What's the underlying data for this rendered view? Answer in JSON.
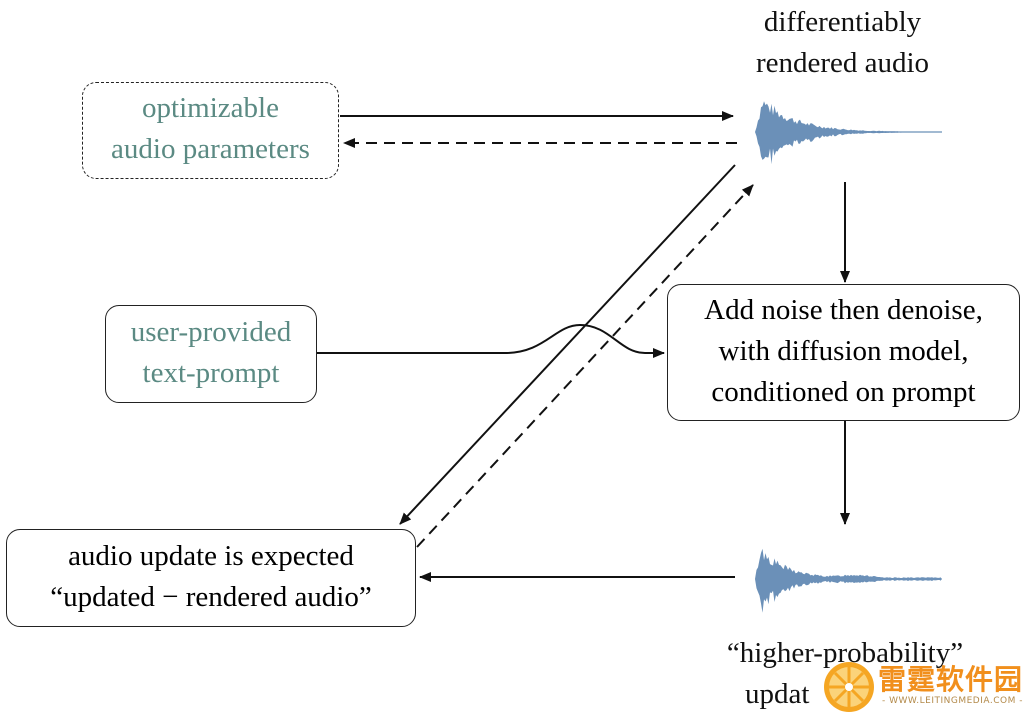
{
  "labels": {
    "rendered_audio_line1": "differentiably",
    "rendered_audio_line2": "rendered audio",
    "higher_prob_line1": "“higher-probability”",
    "higher_prob_line2": "updat"
  },
  "boxes": {
    "params_line1": "optimizable",
    "params_line2": "audio parameters",
    "prompt_line1": "user-provided",
    "prompt_line2": "text-prompt",
    "diffusion_line1": "Add noise then denoise,",
    "diffusion_line2": "with diffusion model,",
    "diffusion_line3": "conditioned on prompt",
    "update_line1": "audio update is expected",
    "update_line2": "“updated − rendered audio”"
  },
  "watermark": {
    "text": "雷霆软件园",
    "sub": "- WWW.LEITINGMEDIA.COM -"
  },
  "colors": {
    "teal": "#5b8a83",
    "waveform": "#6b90b8",
    "watermark": "#f18f1c"
  }
}
